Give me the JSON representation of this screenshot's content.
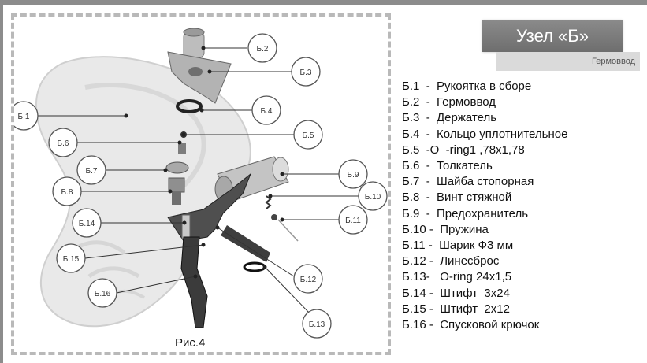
{
  "header": {
    "title": "Узел «Б»",
    "subtitle": "Гермоввод"
  },
  "figure": {
    "caption": "Рис.4",
    "callouts": [
      "Б.1",
      "Б.2",
      "Б.3",
      "Б.4",
      "Б.5",
      "Б.6",
      "Б.7",
      "Б.8",
      "Б.9",
      "Б.10",
      "Б.11",
      "Б.12",
      "Б.13",
      "Б.14",
      "Б.15",
      "Б.16"
    ]
  },
  "legend": [
    "Б.1  -  Рукоятка в сборе",
    "Б.2  -  Гермоввод",
    "Б.3  -  Держатель",
    "Б.4  -  Кольцо уплотнительное",
    "Б.5  -О  -ring1 ,78x1,78",
    "Б.6  -  Толкатель",
    "Б.7  -  Шайба стопорная",
    "Б.8  -  Винт стяжной",
    "Б.9  -  Предохранитель",
    "Б.10 -  Пружина",
    "Б.11 -  Шарик Ф3 мм",
    "Б.12 -  Линесброс",
    "Б.13-   O-ring 24x1,5",
    "Б.14 -  Штифт  3x24",
    "Б.15 -  Штифт  2x12",
    "Б.16 -  Спусковой крючок"
  ]
}
